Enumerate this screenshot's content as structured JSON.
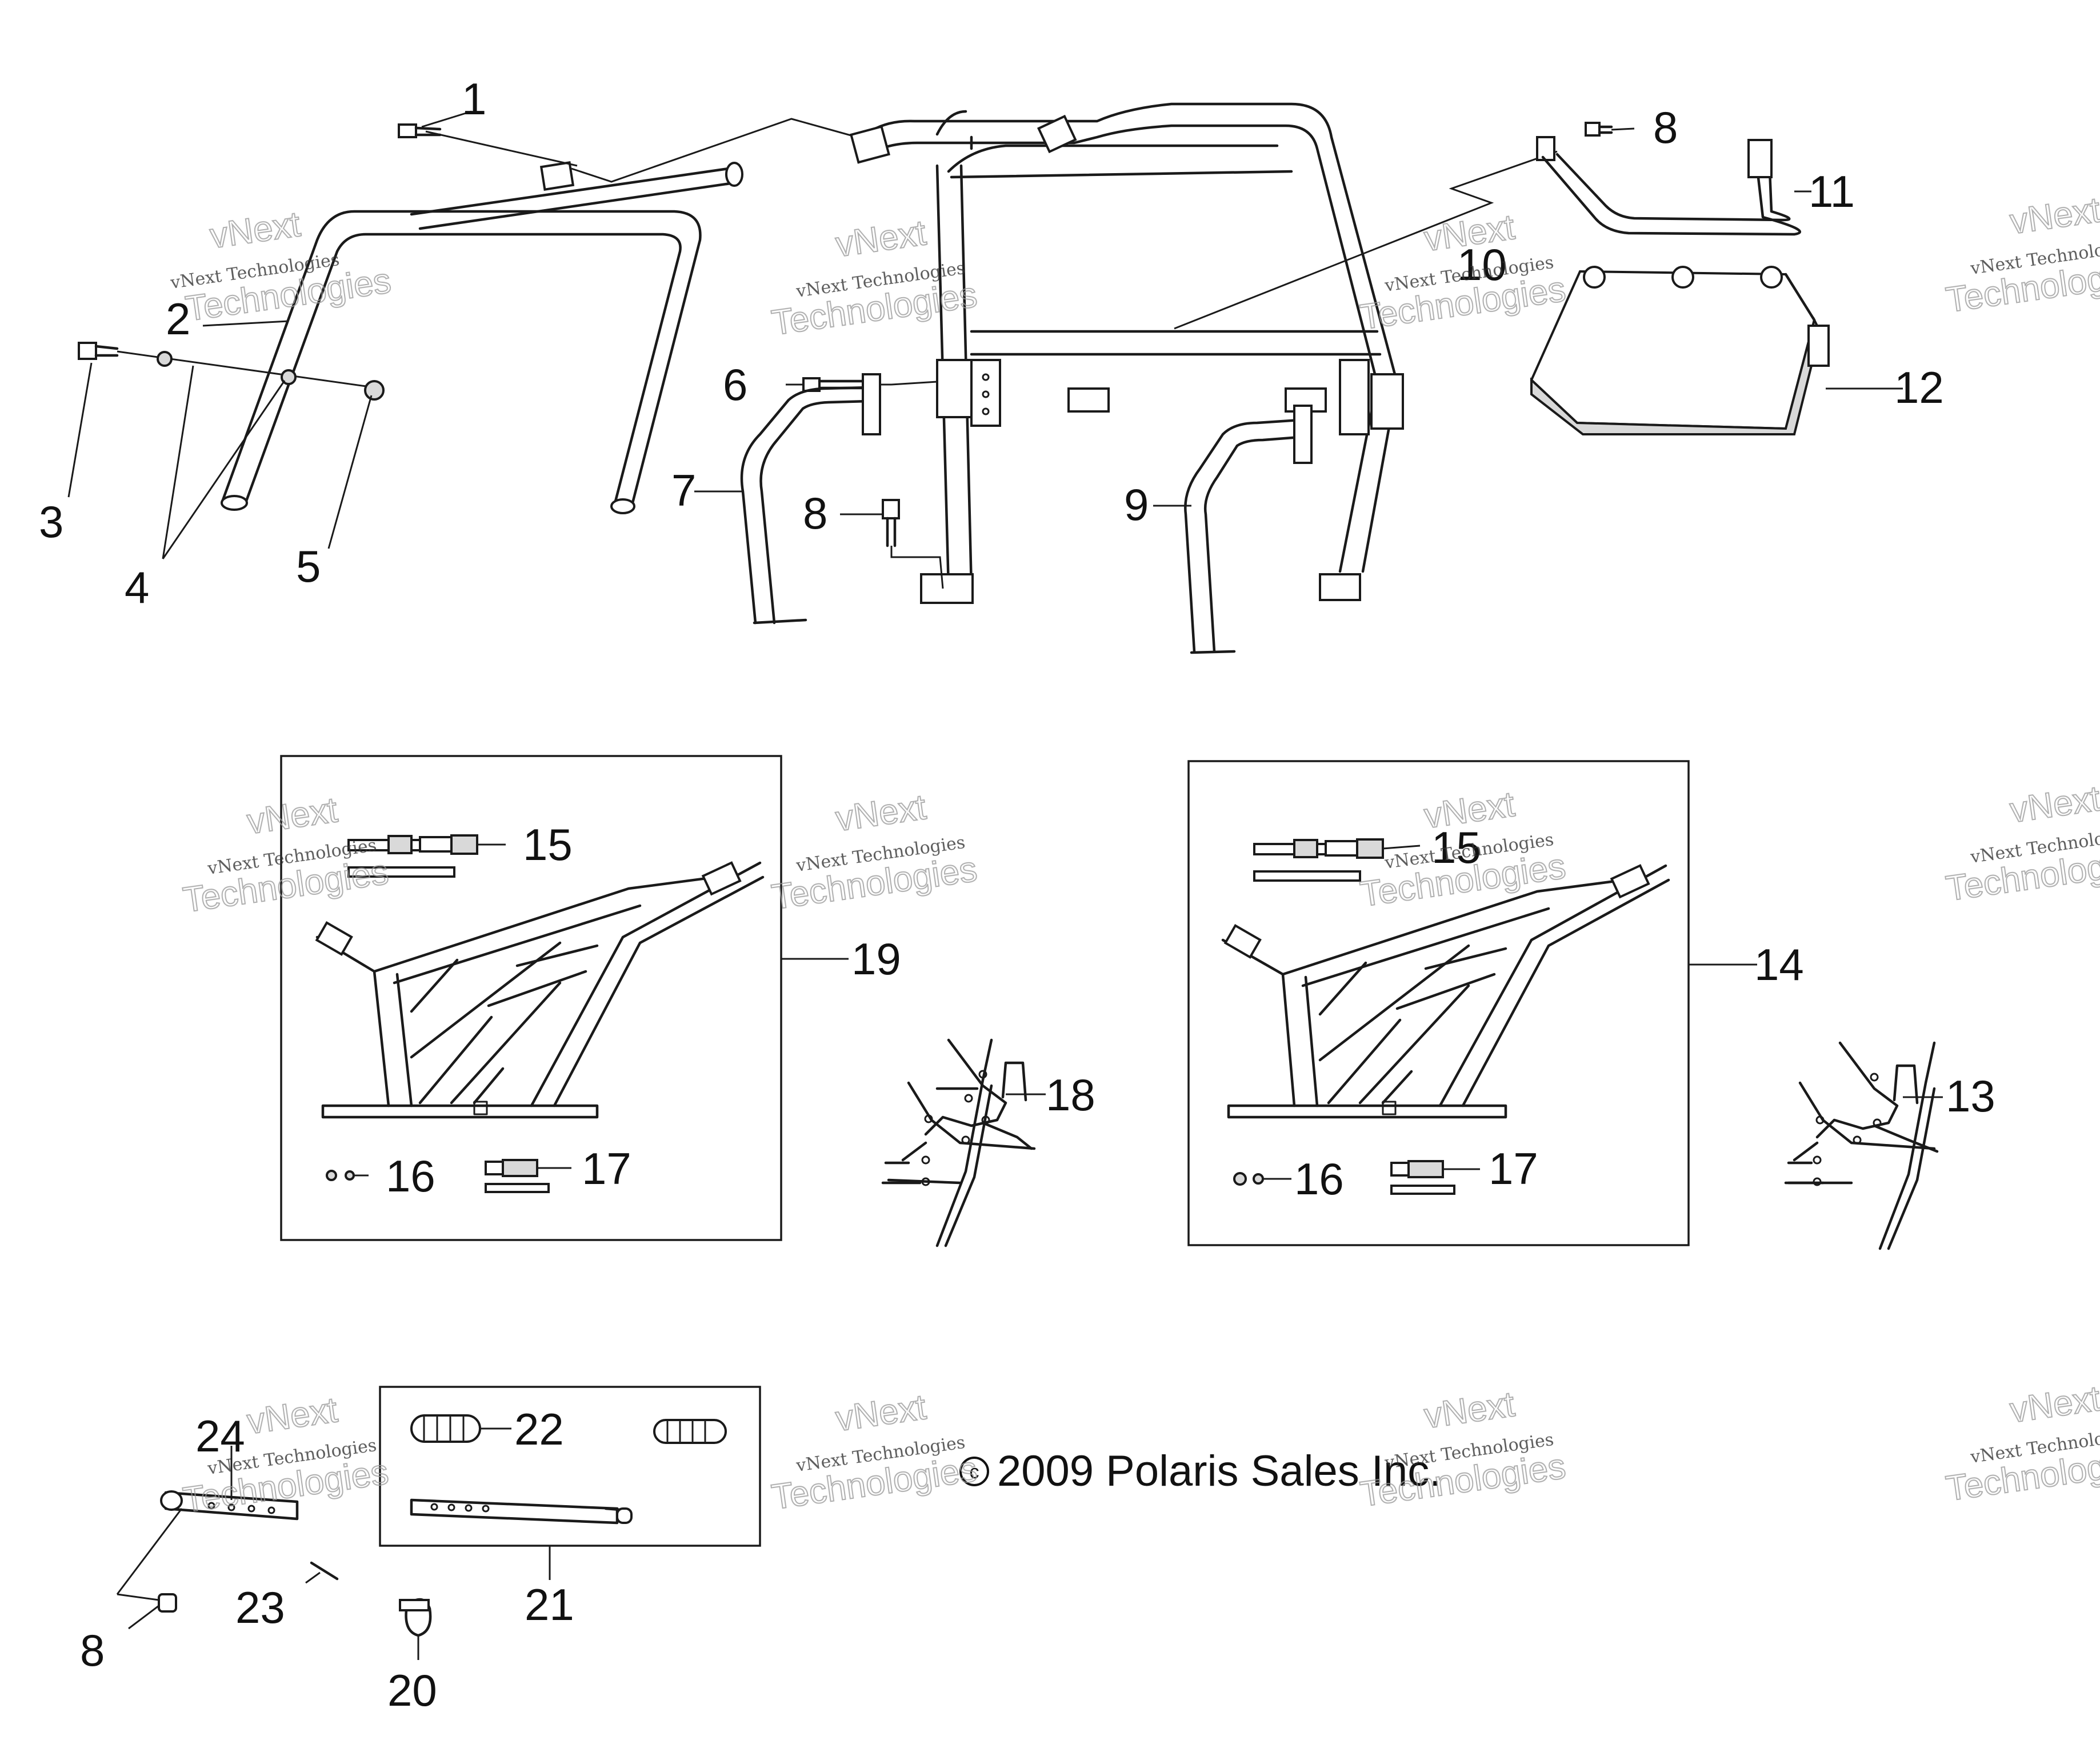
{
  "callouts": {
    "c1": "1",
    "c2": "2",
    "c3": "3",
    "c4": "4",
    "c5": "5",
    "c6": "6",
    "c7": "7",
    "c8a": "8",
    "c8b": "8",
    "c8c": "8",
    "c9": "9",
    "c10": "10",
    "c11": "11",
    "c12": "12",
    "c13": "13",
    "c14": "14",
    "c15a": "15",
    "c15b": "15",
    "c16a": "16",
    "c16b": "16",
    "c17a": "17",
    "c17b": "17",
    "c18": "18",
    "c19": "19",
    "c20": "20",
    "c21": "21",
    "c22": "22",
    "c23": "23",
    "c24": "24"
  },
  "copyright": {
    "symbol": "c",
    "text": "2009 Polaris Sales Inc."
  },
  "watermark": {
    "line1": "vNext Technologies",
    "line2a": "vNext",
    "line2b": "Technologies"
  }
}
